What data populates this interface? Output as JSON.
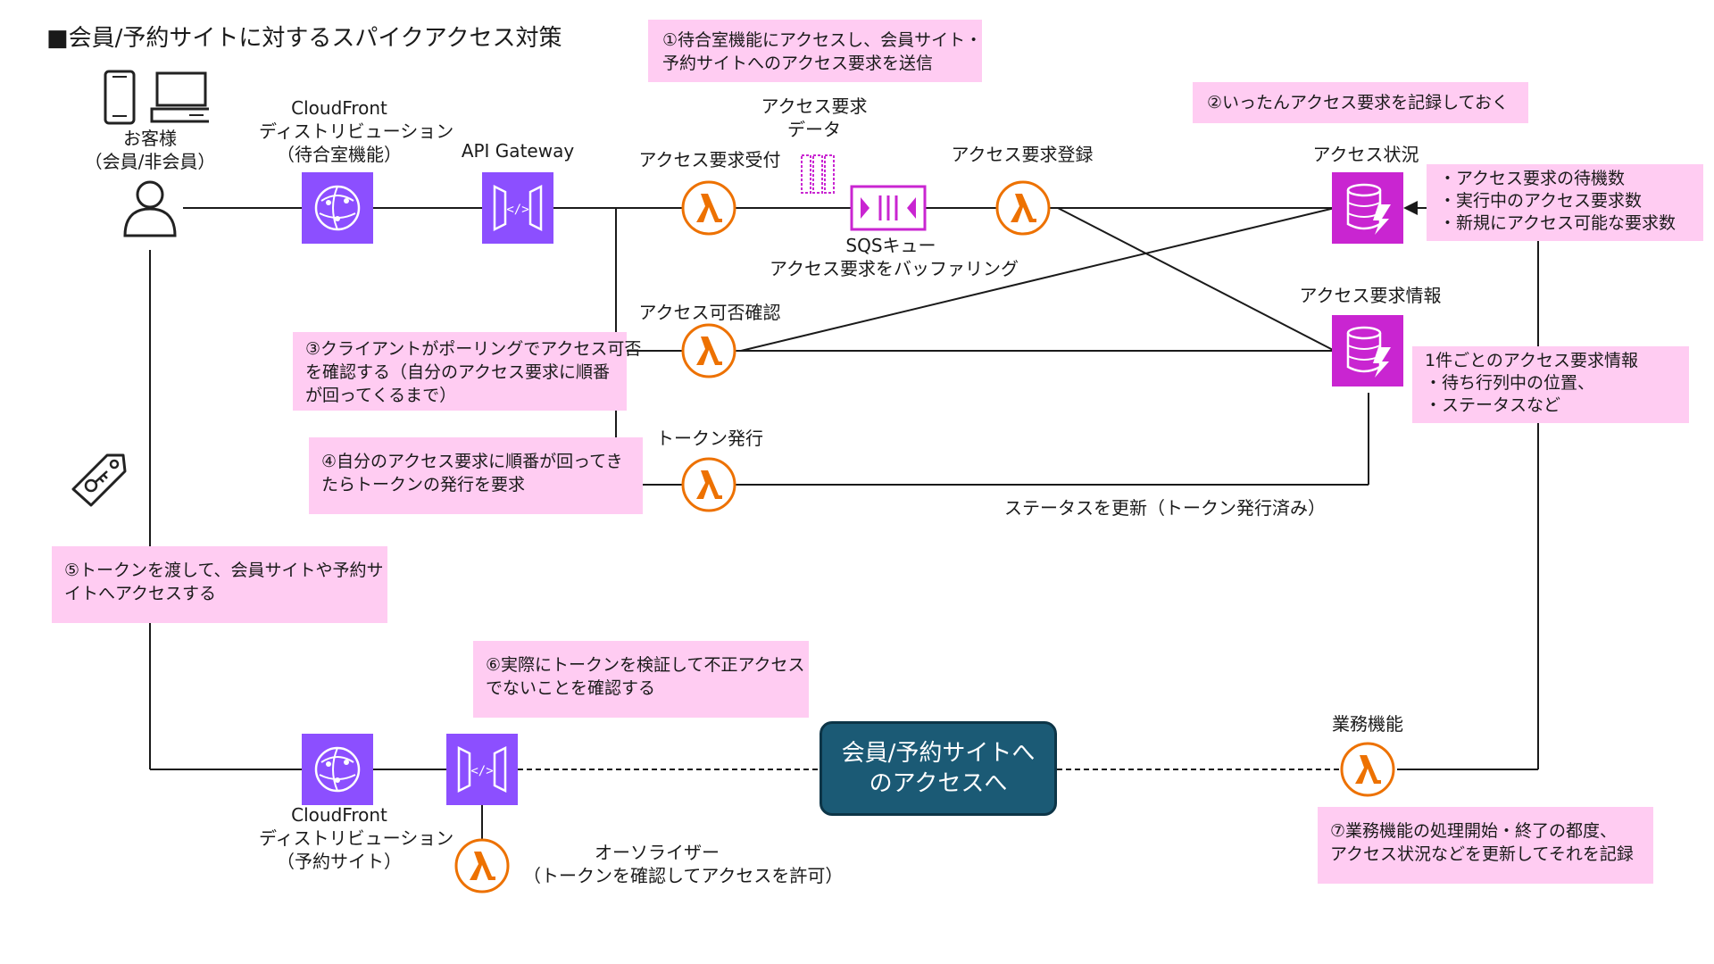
{
  "title": "■会員/予約サイトに対するスパイクアクセス対策",
  "nodes": {
    "customer": {
      "line1": "お客様",
      "line2": "（会員/非会員）"
    },
    "cloudfront_wait": {
      "line1": "CloudFront",
      "line2": "ディストリビューション",
      "line3": "（待合室機能）"
    },
    "api_gateway": {
      "label": "API Gateway"
    },
    "lambda_accept": {
      "label": "アクセス要求受付"
    },
    "request_data": {
      "line1": "アクセス要求",
      "line2": "データ"
    },
    "sqs": {
      "line1": "SQSキュー",
      "line2": "アクセス要求をバッファリング"
    },
    "lambda_register": {
      "label": "アクセス要求登録"
    },
    "db_status": {
      "label": "アクセス状況"
    },
    "db_info": {
      "label": "アクセス要求情報"
    },
    "lambda_check": {
      "label": "アクセス可否確認"
    },
    "lambda_token": {
      "label": "トークン発行"
    },
    "status_update": {
      "label": "ステータスを更新（トークン発行済み）"
    },
    "cloudfront_site": {
      "line1": "CloudFront",
      "line2": "ディストリビューション",
      "line3": "（予約サイト）"
    },
    "authorizer": {
      "line1": "オーソライザー",
      "line2": "（トークンを確認してアクセスを許可）"
    },
    "center": {
      "line1": "会員/予約サイトへ",
      "line2": "のアクセスへ"
    },
    "business": {
      "label": "業務機能"
    }
  },
  "notes": {
    "n1": [
      "①待合室機能にアクセスし、会員サイト・",
      "予約サイトへのアクセス要求を送信"
    ],
    "n2": [
      "②いったんアクセス要求を記録しておく"
    ],
    "status_items": [
      "・アクセス要求の待機数",
      "・実行中のアクセス要求数",
      "・新規にアクセス可能な要求数"
    ],
    "n3": [
      "③クライアントがポーリングでアクセス可否",
      "を確認する（自分のアクセス要求に順番",
      "が回ってくるまで）"
    ],
    "info_items": [
      "1件ごとのアクセス要求情報",
      "・待ち行列中の位置、",
      "・ステータスなど"
    ],
    "n4": [
      "④自分のアクセス要求に順番が回ってき",
      "たらトークンの発行を要求"
    ],
    "n5": [
      "⑤トークンを渡して、会員サイトや予約サ",
      "イトへアクセスする"
    ],
    "n6": [
      "⑥実際にトークンを検証して不正アクセス",
      "でないことを確認する"
    ],
    "n7": [
      "⑦業務機能の処理開始・終了の都度、",
      "アクセス状況などを更新してそれを記録"
    ]
  },
  "colors": {
    "purple": "#8c4fff",
    "magenta": "#c925d1",
    "lambda_orange": "#ed7100",
    "note_pink": "#ffccf2",
    "center_fill": "#1b5a75"
  }
}
